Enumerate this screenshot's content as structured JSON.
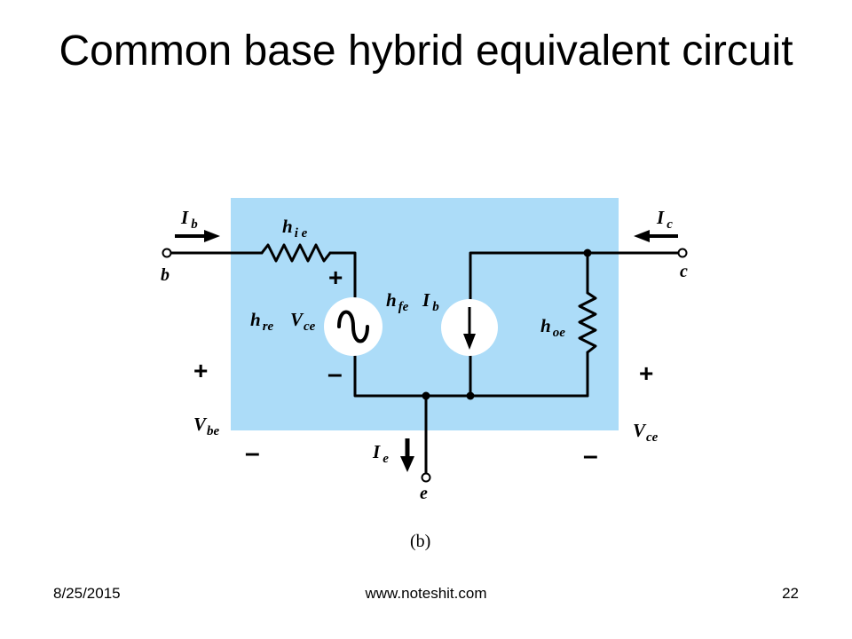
{
  "title": "Common base hybrid equivalent circuit",
  "footer": {
    "date": "8/25/2015",
    "url": "www.noteshit.com",
    "page": "22"
  },
  "circuit": {
    "box_fill": "#acdcf8",
    "wire_color": "#000000",
    "labels": {
      "ib_main": "I",
      "ib_sub": "b",
      "ic_main": "I",
      "ic_sub": "c",
      "ie_main": "I",
      "ie_sub": "e",
      "terminal_b": "b",
      "terminal_c": "c",
      "terminal_e": "e",
      "hie_main": "h",
      "hie_sub": "i e",
      "hre_main": "h",
      "hre_sub": "re",
      "vce_main": "V",
      "vce_sub": "ce",
      "hfe_main": "h",
      "hfe_sub": "fe",
      "hfe_ib_main": "I",
      "hfe_ib_sub": "b",
      "hoe_main": "h",
      "hoe_sub": "oe",
      "vbe_main": "V",
      "vbe_sub": "be",
      "vce_out_main": "V",
      "vce_out_sub": "ce",
      "plus": "+",
      "minus": "–",
      "caption": "(b)"
    }
  }
}
